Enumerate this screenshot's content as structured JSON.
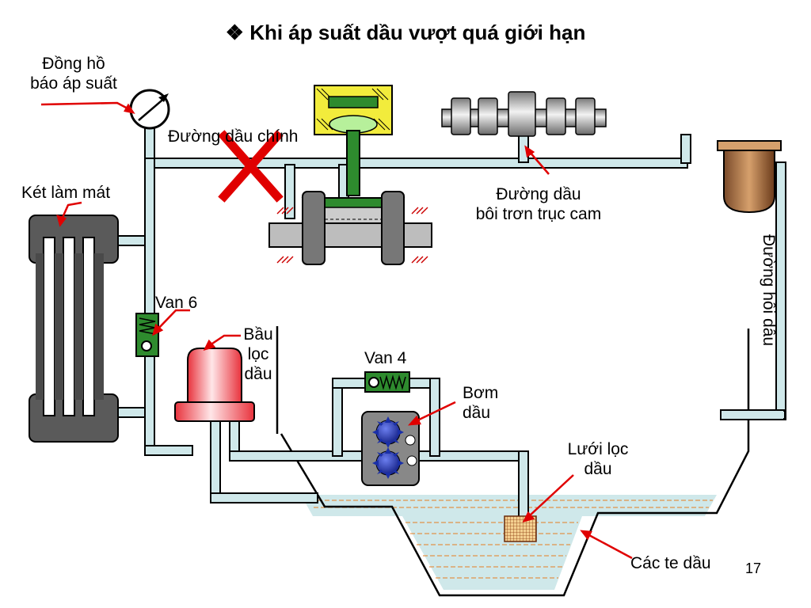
{
  "title": "Khi áp suất dầu vượt quá giới hạn",
  "title_bullet": "❖",
  "page_number": "17",
  "labels": {
    "dong_ho_1": "Đồng hồ",
    "dong_ho_2": "báo áp suất",
    "duong_dau_chinh": "Đường dầu chính",
    "ket_lam_mat": "Két làm mát",
    "duong_dau_cam_1": "Đường dầu",
    "duong_dau_cam_2": "bôi trơn trục cam",
    "duong_hoi_dau": "Đường hồi dầu",
    "van_6": "Van 6",
    "bau_loc_1": "Bầu",
    "bau_loc_2": "lọc",
    "bau_loc_3": "dầu",
    "van_4": "Van 4",
    "bom_1": "Bơm",
    "bom_2": "dầu",
    "luoi_loc_1": "Lưới lọc",
    "luoi_loc_2": "dầu",
    "cac_te": "Các te dầu"
  },
  "colors": {
    "pipe_fill": "#cfe8ea",
    "pipe_stroke": "#000000",
    "oil": "#cfe8ea",
    "oil_lines": "#e67e22",
    "pointer": "#e00000",
    "cross": "#e00000",
    "valve": "#2e8b2e",
    "radiator": "#555555",
    "filter": "#e8323c",
    "pump_gear": "#1a2fa8",
    "cam": "#bdbdbd"
  },
  "icons": {
    "blocked_line": "red-x-cross",
    "pressure_gauge": "gauge-icon",
    "bullet": "diamond-bullet"
  }
}
